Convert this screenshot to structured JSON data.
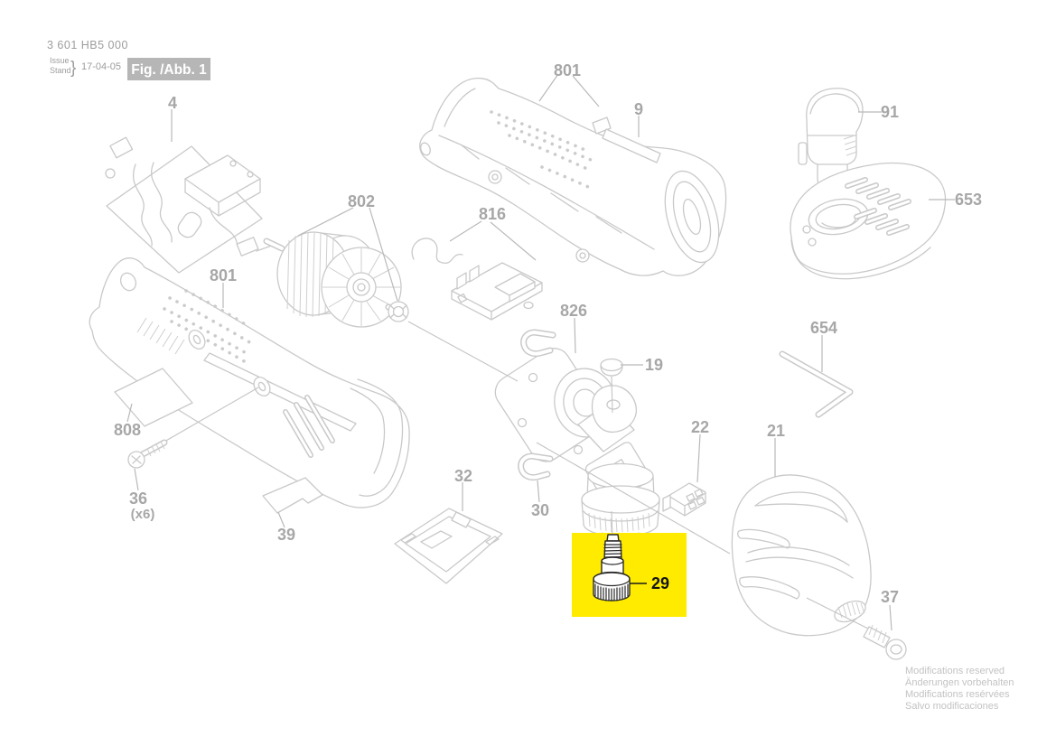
{
  "header": {
    "part_number": "3 601 HB5 000",
    "issue_label": "Issue",
    "stand_label": "Stand",
    "brace": "}",
    "date": "17-04-05",
    "figure_label": "Fig. /Abb. 1"
  },
  "footer": {
    "lines": [
      "Modifications reserved",
      "Änderungen vorbehalten",
      "Modifications resérvées",
      "Salvo modificaciones"
    ]
  },
  "colors": {
    "line_art": "#c9c9c9",
    "callout_label": "#a7a7a7",
    "highlight": "#ffeb00",
    "highlight_label": "#141414",
    "figure_badge_bg": "#b6b6b6",
    "figure_badge_text": "#ffffff"
  },
  "callouts": [
    {
      "label": "4"
    },
    {
      "label": "801"
    },
    {
      "label": "9"
    },
    {
      "label": "91"
    },
    {
      "label": "653"
    },
    {
      "label": "802"
    },
    {
      "label": "816"
    },
    {
      "label": "826"
    },
    {
      "label": "19"
    },
    {
      "label": "654"
    },
    {
      "label": "801"
    },
    {
      "label": "808"
    },
    {
      "label": "36"
    },
    {
      "label": "(x6)"
    },
    {
      "label": "39"
    },
    {
      "label": "32"
    },
    {
      "label": "30"
    },
    {
      "label": "22"
    },
    {
      "label": "21"
    },
    {
      "label": "29",
      "highlighted": true
    },
    {
      "label": "37"
    }
  ]
}
